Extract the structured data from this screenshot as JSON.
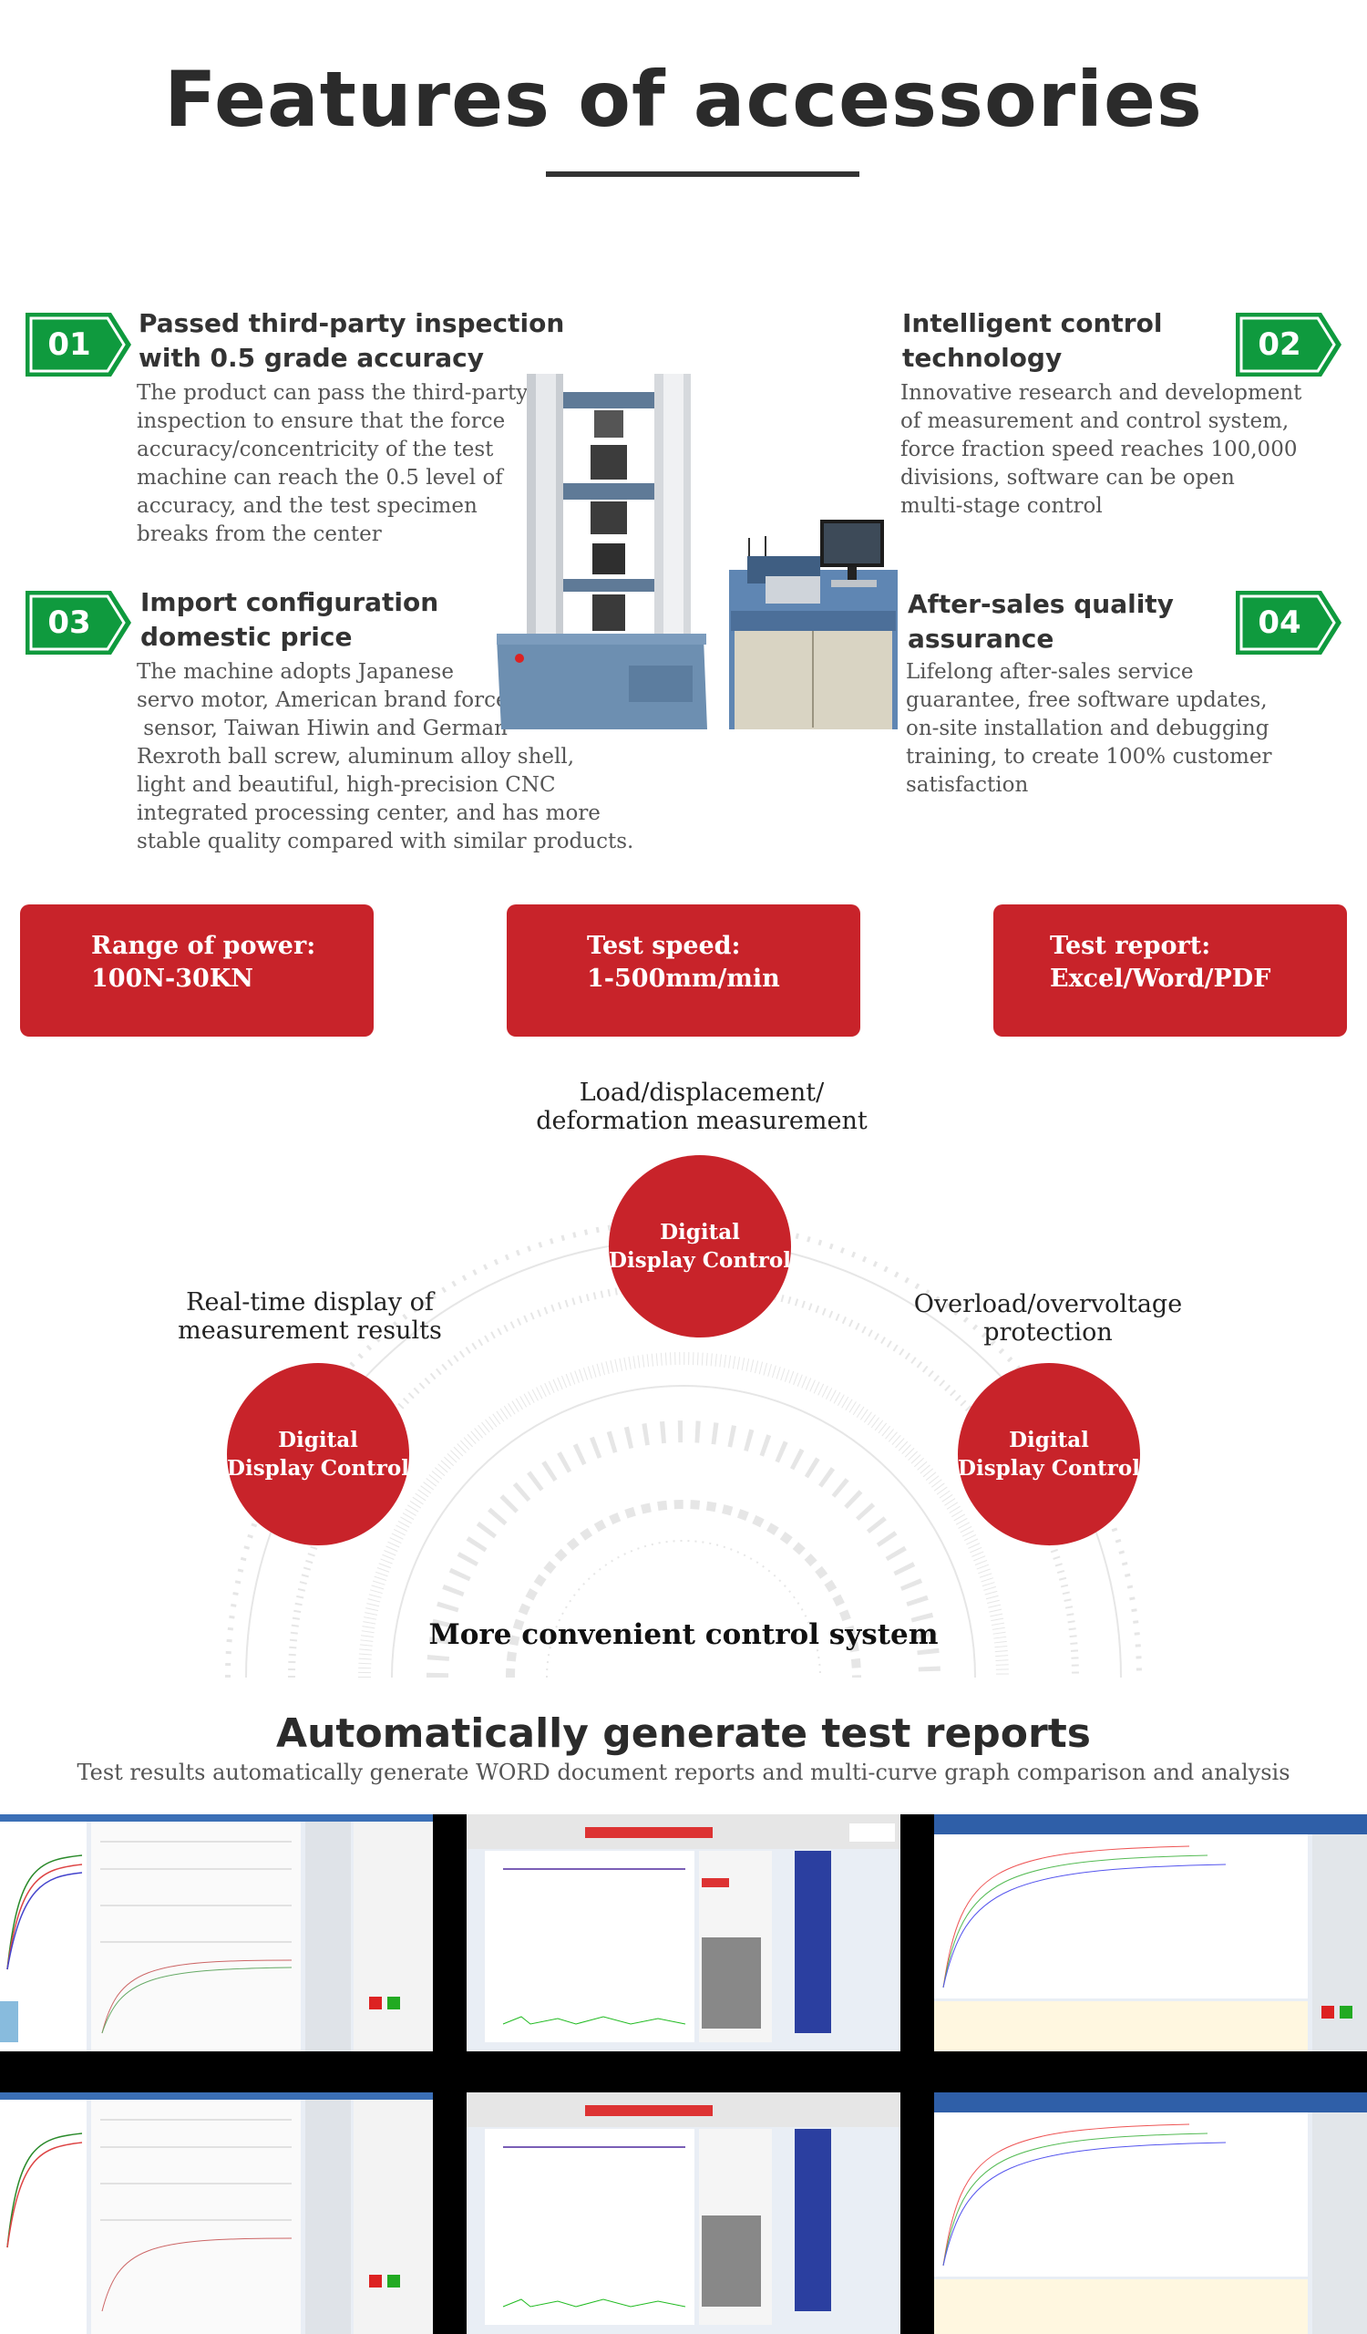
{
  "header": {
    "title": "Features of accessories"
  },
  "features": [
    {
      "num": "01",
      "title_lines": [
        "Passed third-party inspection",
        "with 0.5 grade accuracy"
      ],
      "text_lines": [
        "The product can pass the third-party",
        "inspection to ensure that the force",
        "accuracy/concentricity of the test",
        "machine can reach the 0.5 level of",
        "accuracy, and the test specimen",
        "breaks from the center"
      ]
    },
    {
      "num": "02",
      "title_lines": [
        "Intelligent control",
        "technology"
      ],
      "text_lines": [
        "Innovative research and development",
        "of measurement and control system,",
        "force fraction speed reaches 100,000",
        "divisions, software can be open",
        "multi-stage control"
      ]
    },
    {
      "num": "03",
      "title_lines": [
        "Import configuration",
        "domestic price"
      ],
      "text_lines": [
        "The machine adopts Japanese",
        "servo motor, American brand force",
        " sensor, Taiwan Hiwin and German",
        "Rexroth ball screw, aluminum alloy shell,",
        "light and beautiful, high-precision CNC",
        "integrated processing center, and has more",
        "stable quality compared with similar products."
      ]
    },
    {
      "num": "04",
      "title_lines": [
        "After-sales quality",
        "assurance"
      ],
      "text_lines": [
        "Lifelong after-sales service",
        "guarantee, free software updates,",
        "on-site installation and debugging",
        "training, to create 100% customer",
        "satisfaction"
      ]
    }
  ],
  "specs": [
    {
      "label": "Range of power:",
      "value": "100N-30KN"
    },
    {
      "label": "Test speed:",
      "value": "1-500mm/min"
    },
    {
      "label": "Test report:",
      "value": "Excel/Word/PDF"
    }
  ],
  "control": {
    "circle_line1": "Digital",
    "circle_line2": "Display Control",
    "labels": {
      "top": [
        "Load/displacement/",
        "deformation measurement"
      ],
      "left": [
        "Real-time display of",
        "measurement results"
      ],
      "right": [
        "Overload/overvoltage",
        "protection"
      ]
    },
    "title": "More convenient control system"
  },
  "reports": {
    "title": "Automatically generate test reports",
    "subtitle": "Test results automatically generate WORD document reports and multi-curve graph comparison and analysis"
  },
  "colors": {
    "accent_red": "#c8232a",
    "badge_green": "#0f9a3e",
    "dark_text": "#2b2b2b"
  }
}
